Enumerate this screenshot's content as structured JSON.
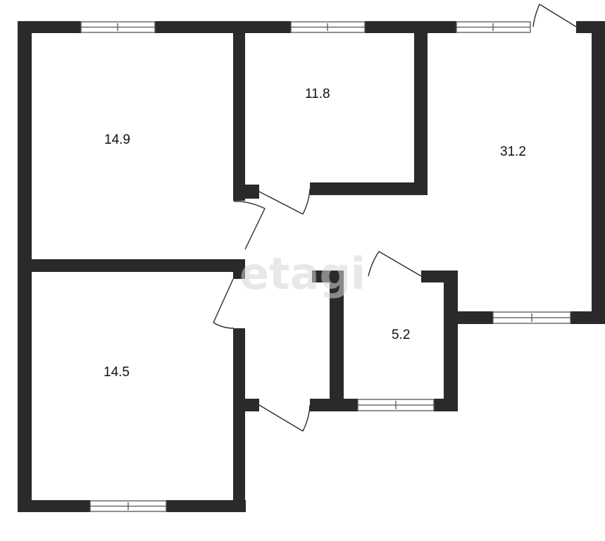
{
  "floor_plan": {
    "rooms": [
      {
        "id": "room-top-left",
        "area": "14.9"
      },
      {
        "id": "room-top-middle",
        "area": "11.8"
      },
      {
        "id": "room-right",
        "area": "31.2"
      },
      {
        "id": "room-small",
        "area": "5.2"
      },
      {
        "id": "room-bottom-left",
        "area": "14.5"
      }
    ],
    "watermark": "etagi"
  },
  "colors": {
    "wall": "#2a2a2a",
    "window": "#ffffff",
    "door": "#2a2a2a",
    "background": "#ffffff"
  }
}
